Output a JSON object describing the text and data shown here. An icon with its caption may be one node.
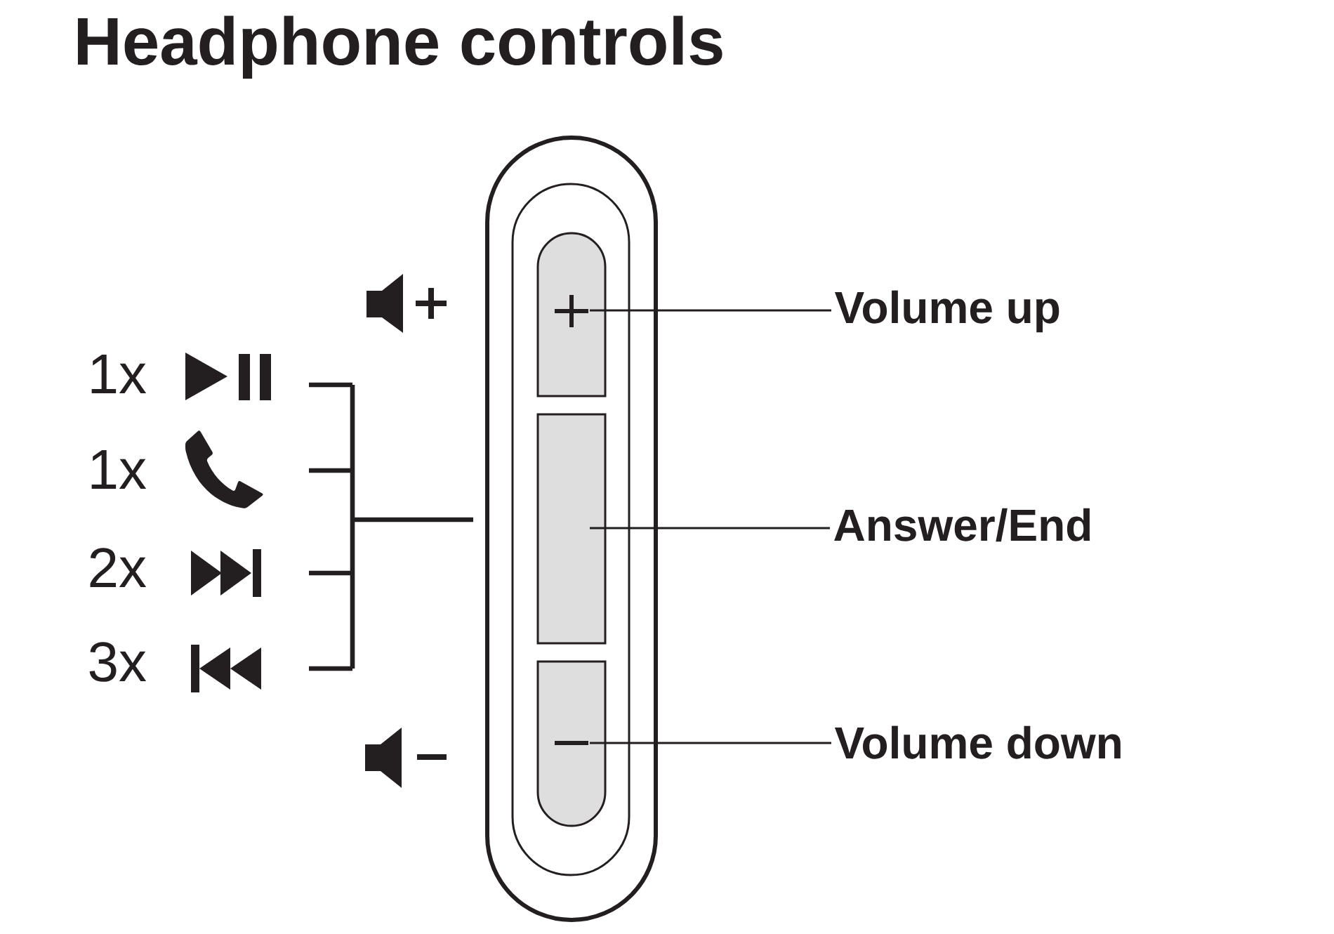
{
  "diagram": {
    "title": "Headphone controls",
    "nodes": [
      {
        "text": [],
        "shape": "picture",
        "beside": [
          "1x"
        ]
      },
      {
        "text": [],
        "shape": "picture",
        "beside": [
          "1x"
        ]
      },
      {
        "text": [],
        "shape": "picture",
        "beside": [
          "2x"
        ]
      },
      {
        "text": [],
        "shape": "picture",
        "beside": [
          "3x"
        ]
      },
      {
        "text": [],
        "shape": "box"
      },
      {
        "text": [],
        "shape": "box",
        "in": 4
      },
      {
        "text": [],
        "shape": "box",
        "in": 4
      },
      {
        "text": [],
        "shape": "box",
        "in": 4
      },
      {
        "text": [
          "Volume up"
        ]
      },
      {
        "text": [
          "Answer/End"
        ]
      },
      {
        "text": [
          "Volume down"
        ]
      }
    ],
    "edges": [
      {
        "from": 0,
        "to": 4,
        "arrow": "none"
      },
      {
        "from": 1,
        "to": 4,
        "arrow": "none"
      },
      {
        "from": 2,
        "to": 4,
        "arrow": "none"
      },
      {
        "from": 3,
        "to": 4,
        "arrow": "none"
      },
      {
        "from": 8,
        "to": 5,
        "arrow": "none"
      },
      {
        "from": 9,
        "to": 6,
        "arrow": "none"
      },
      {
        "from": 10,
        "to": 7,
        "arrow": "none"
      }
    ]
  }
}
